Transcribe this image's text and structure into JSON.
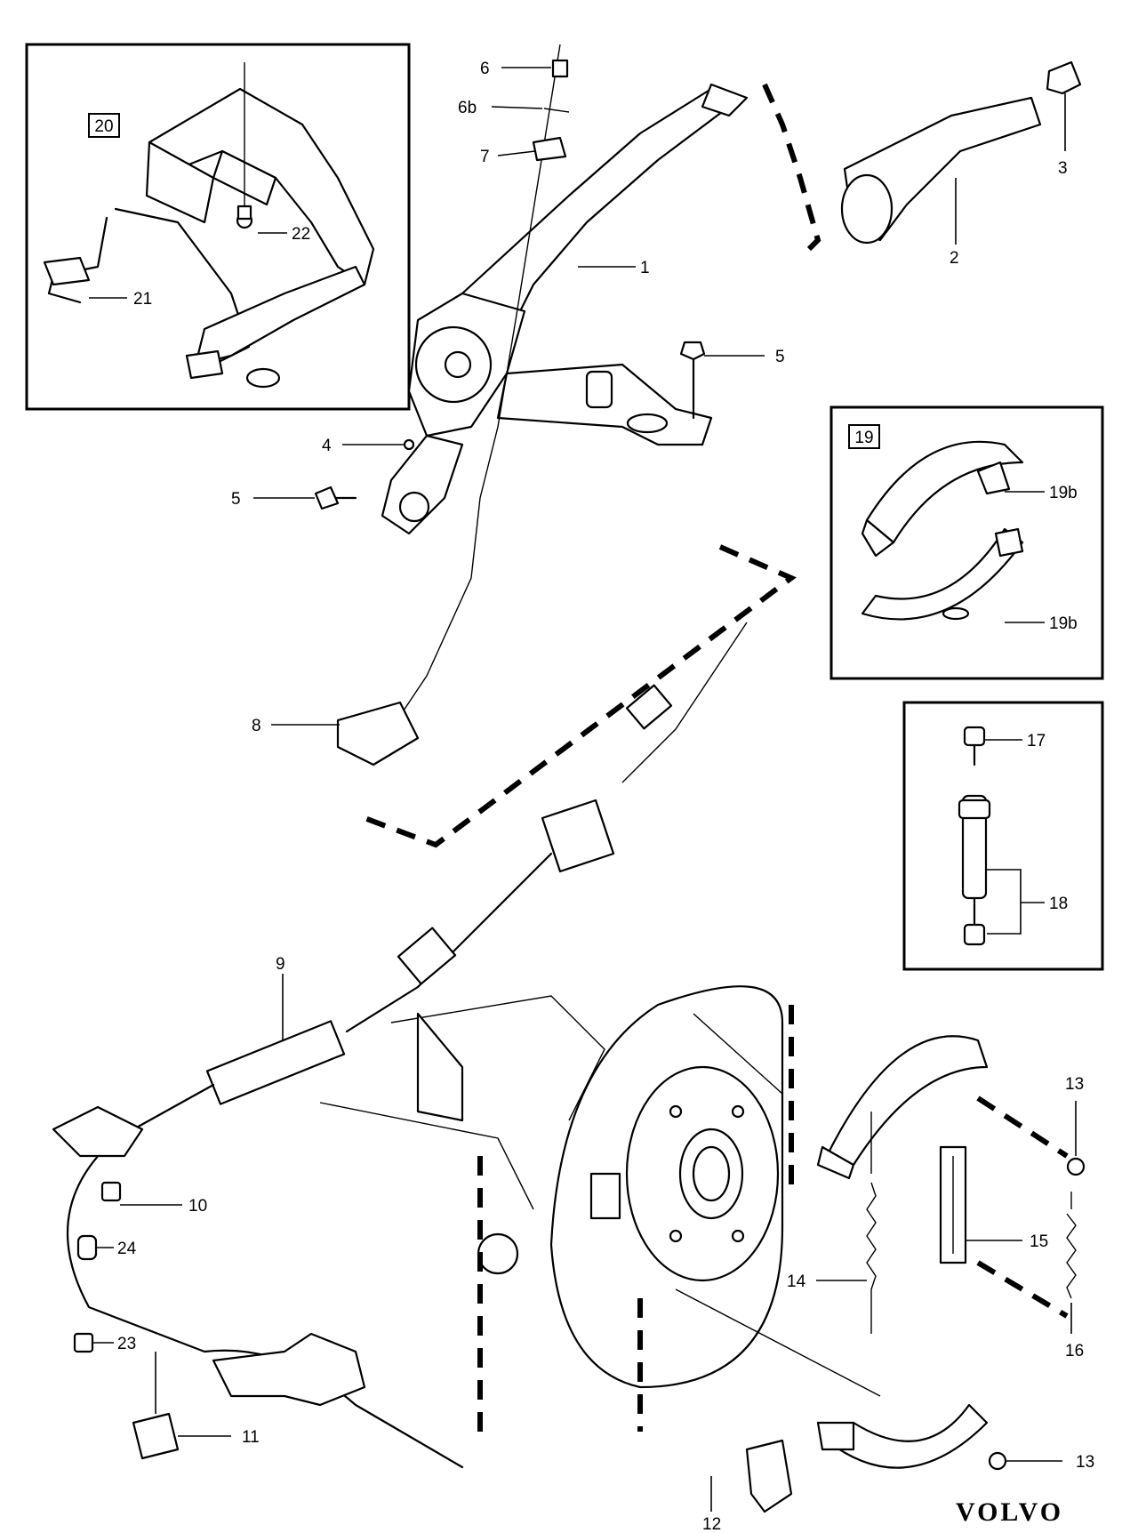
{
  "diagram": {
    "brand": "VOLVO",
    "callouts": {
      "c1": "1",
      "c2": "2",
      "c3": "3",
      "c4": "4",
      "c5a": "5",
      "c5b": "5",
      "c6": "6",
      "c6b": "6b",
      "c7": "7",
      "c8": "8",
      "c9": "9",
      "c10": "10",
      "c11": "11",
      "c12": "12",
      "c13a": "13",
      "c13b": "13",
      "c14": "14",
      "c15": "15",
      "c16": "16",
      "c17": "17",
      "c18": "18",
      "c19": "19",
      "c19b_top": "19b",
      "c19b_bottom": "19b",
      "c20": "20",
      "c21": "21",
      "c22": "22",
      "c23": "23",
      "c24": "24"
    }
  }
}
